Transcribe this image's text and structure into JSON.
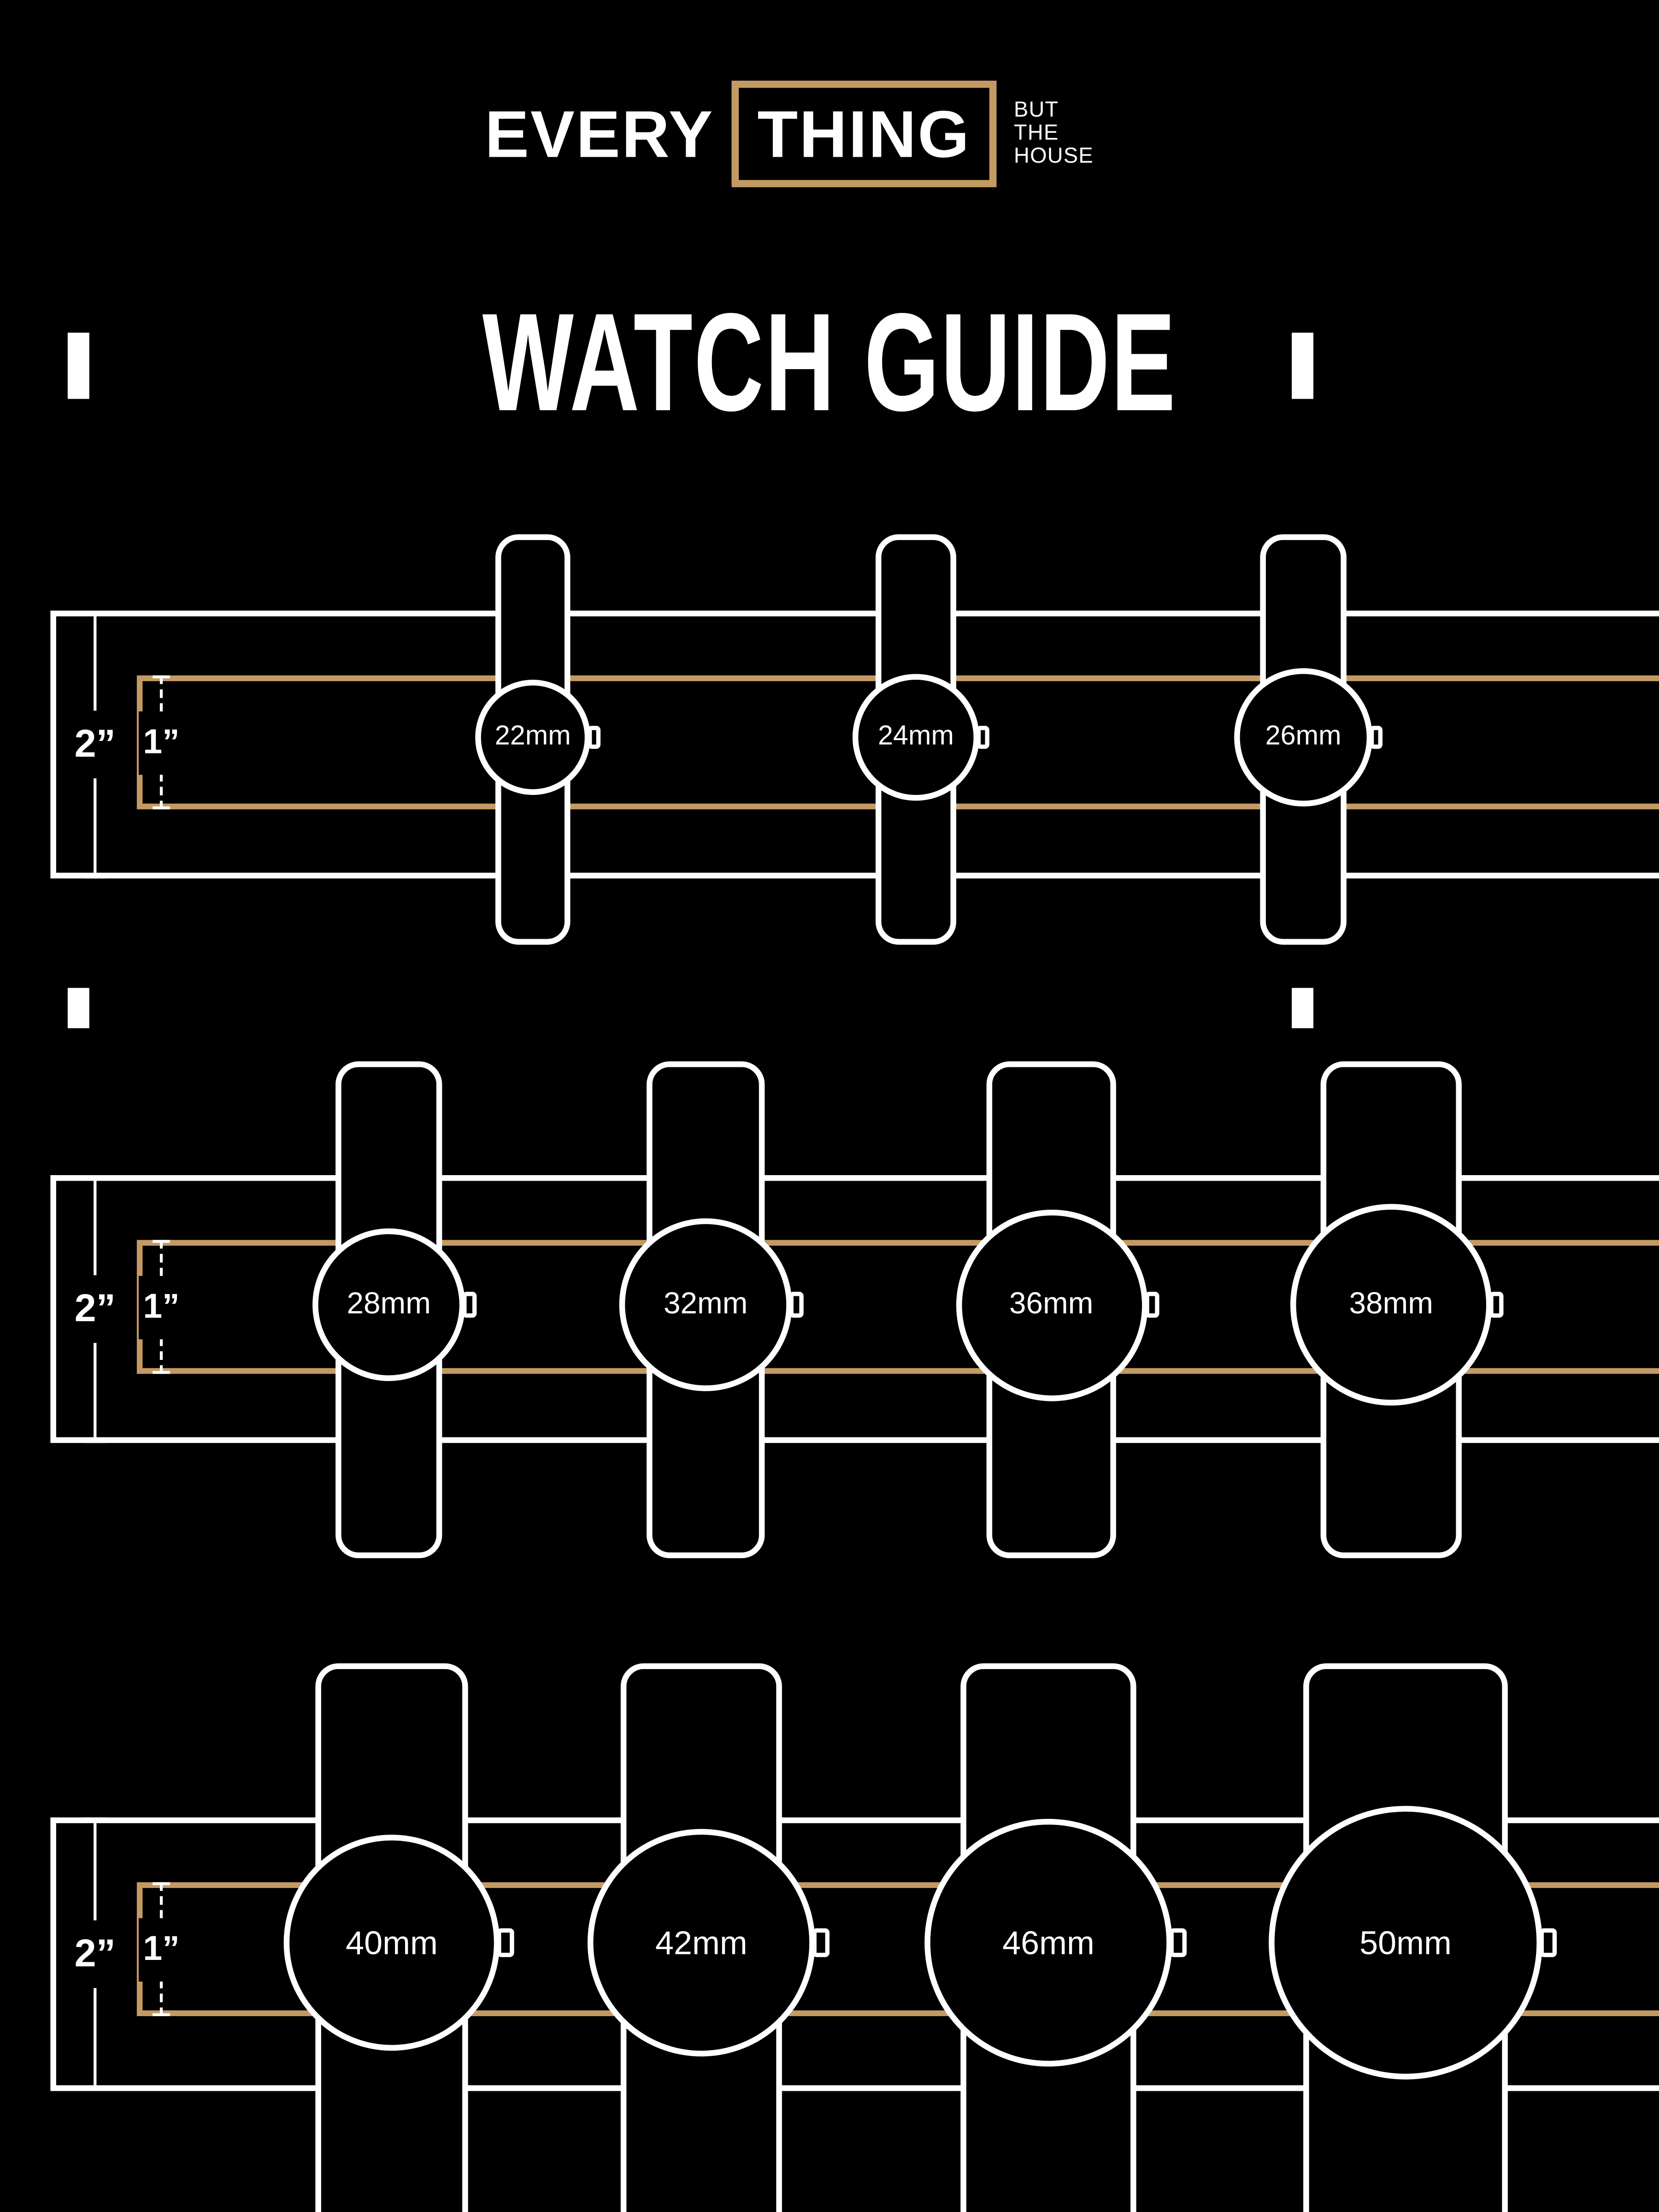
{
  "colors": {
    "background": "#000000",
    "foreground": "#FFFFFF",
    "accent": "#C49A63"
  },
  "logo": {
    "word_outside": "EVERY",
    "word_boxed": "THING",
    "tagline": [
      "BUT",
      "THE",
      "HOUSE"
    ]
  },
  "title": "WATCH GUIDE",
  "dimension_labels": {
    "outer": "2”",
    "inner": "1”"
  },
  "rows": [
    {
      "watches": [
        {
          "size": "22mm"
        },
        {
          "size": "24mm"
        },
        {
          "size": "26mm"
        }
      ]
    },
    {
      "watches": [
        {
          "size": "28mm"
        },
        {
          "size": "32mm"
        },
        {
          "size": "36mm"
        },
        {
          "size": "38mm"
        }
      ]
    },
    {
      "watches": [
        {
          "size": "40mm"
        },
        {
          "size": "42mm"
        },
        {
          "size": "46mm"
        },
        {
          "size": "50mm"
        }
      ]
    }
  ]
}
